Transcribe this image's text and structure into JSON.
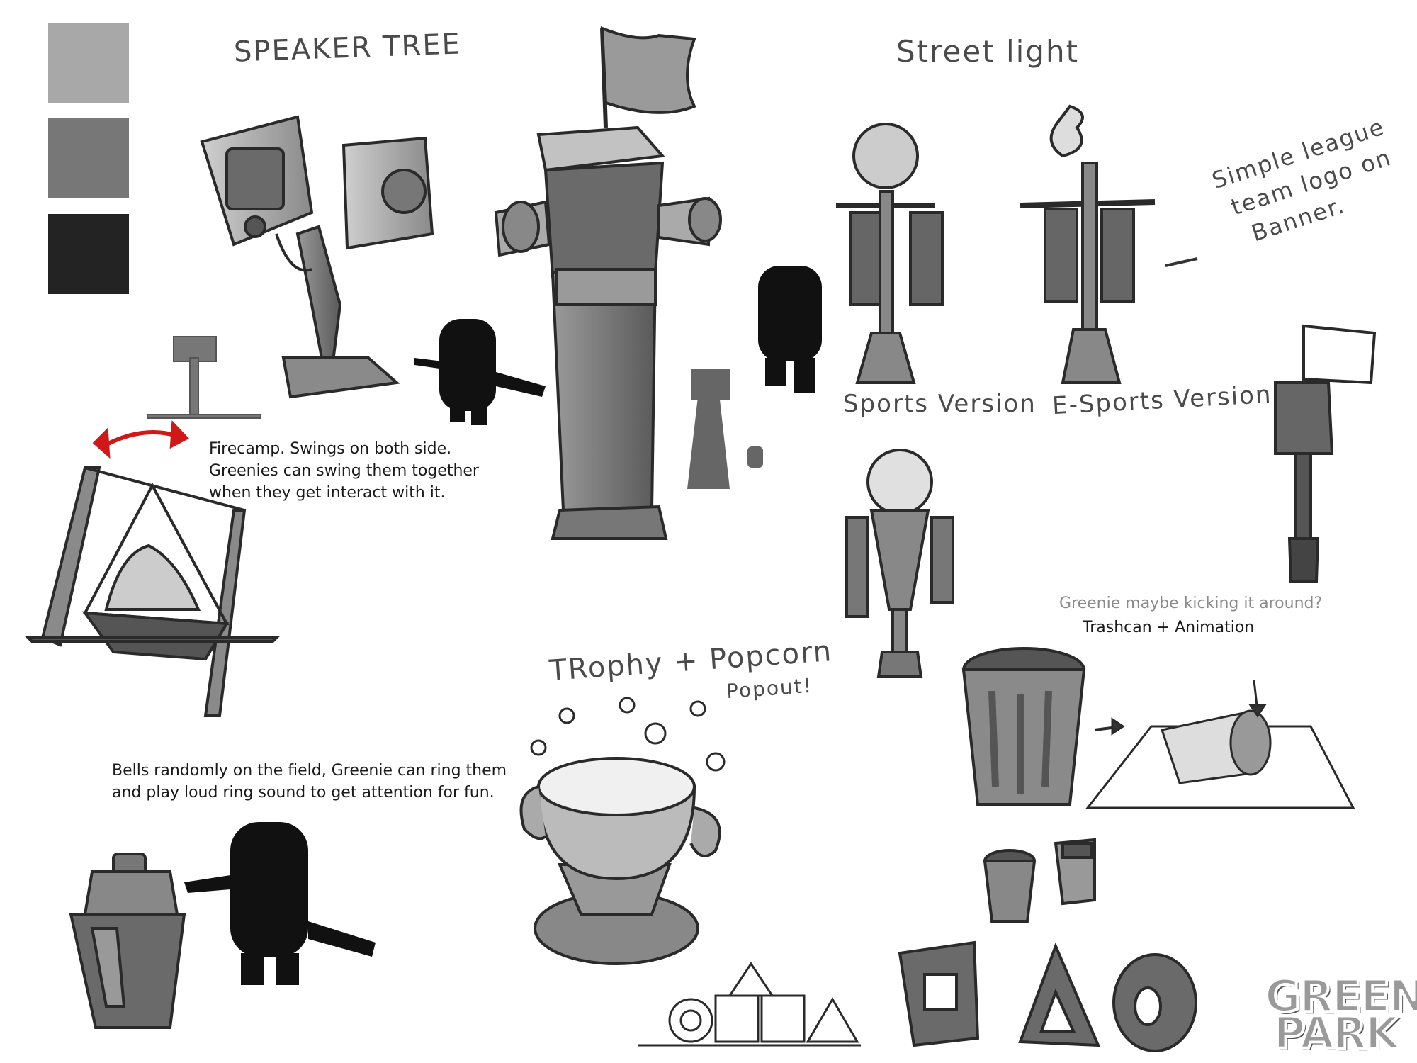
{
  "palette": {
    "light": "#a8a8a8",
    "mid": "#777777",
    "dark": "#232323"
  },
  "titles": {
    "speaker_tree": "SPEAKER TREE",
    "street_light": "Street light",
    "trophy": "TRophy + Popcorn",
    "popout": "Popout!",
    "sports_version": "Sports Version",
    "esports_version": "E-Sports Version"
  },
  "annotations": {
    "banner_note_1": "Simple league",
    "banner_note_2": "team logo on",
    "banner_note_3": "Banner.",
    "firecamp_1": "Firecamp. Swings on both side.",
    "firecamp_2": "Greenies can swing them together",
    "firecamp_3": "when they get interact with it.",
    "bells_1": "Bells randomly on the field, Greenie can ring them",
    "bells_2": "and play loud ring sound to get attention for fun.",
    "trash_question": "Greenie maybe kicking it around?",
    "trash_label": "Trashcan + Animation"
  },
  "logo": {
    "line1": "GREEN",
    "line2": "PARK"
  },
  "icons": {
    "swing_arrow": "double-arrow-icon",
    "silhouette": "greenie-silhouette-icon"
  }
}
